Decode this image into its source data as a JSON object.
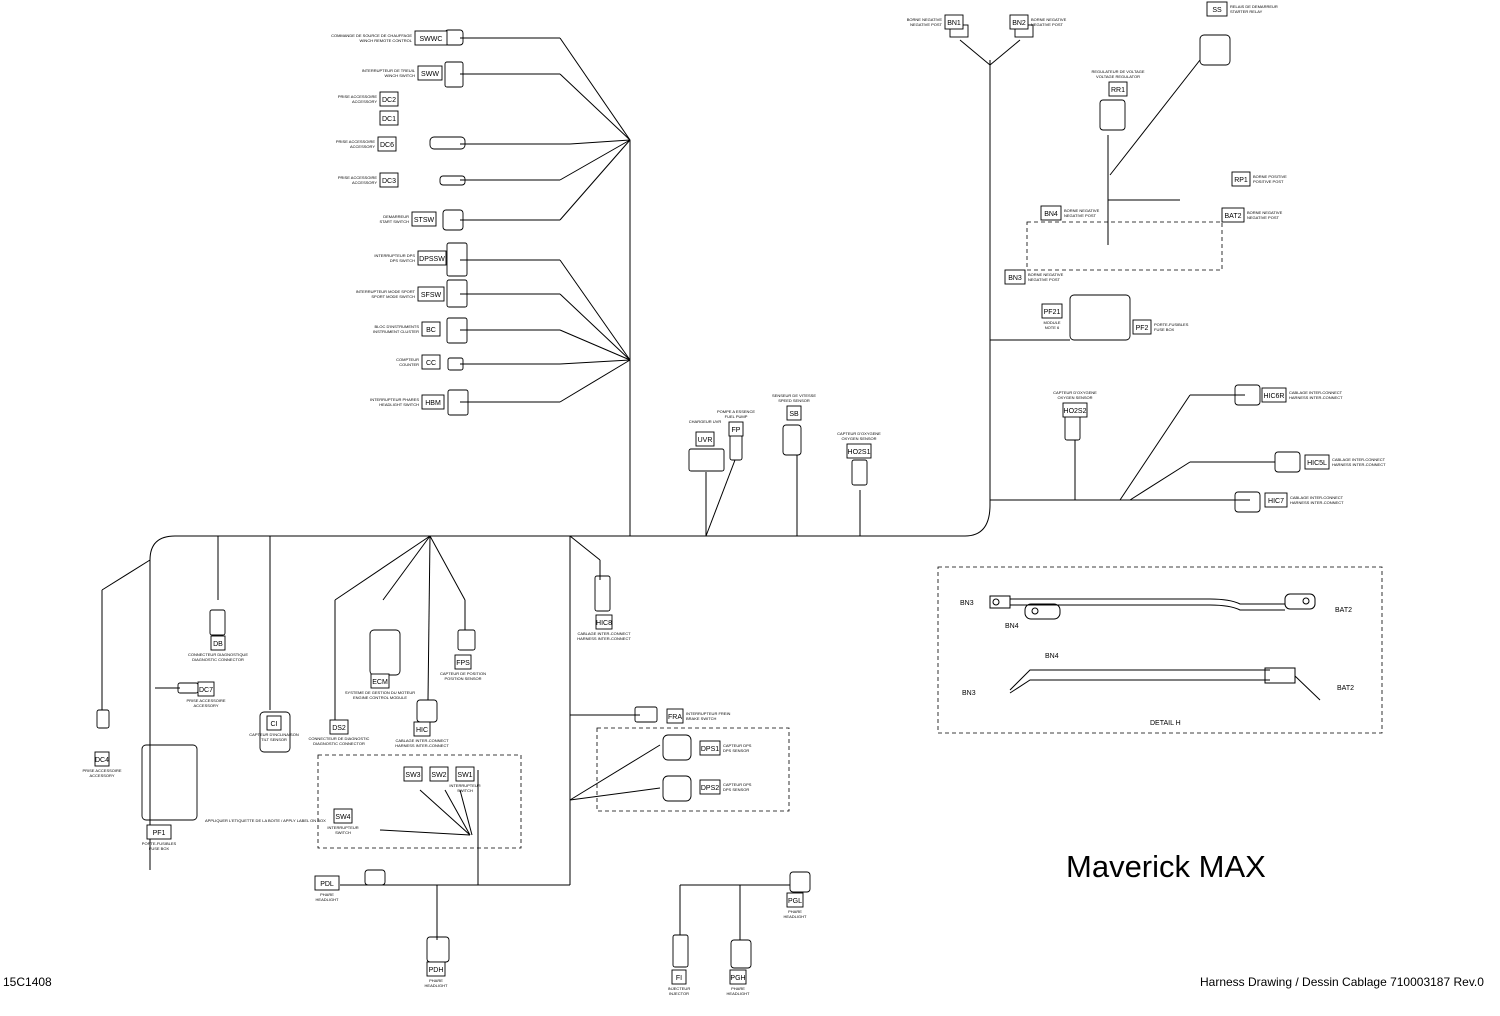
{
  "model_title": "Maverick MAX",
  "drawing_id": "15C1408",
  "drawing_ref": "Harness Drawing / Dessin Cablage 710003187 Rev.0",
  "detail": {
    "title": "DETAIL H",
    "labels": [
      "BN3",
      "BN4",
      "BAT2",
      "BN4",
      "BN3",
      "BAT2"
    ]
  },
  "connectors": [
    {
      "code": "SWWC",
      "label": "COMMANDE DE SOURCE DE CHAUFFAGE / WINCH REMOTE CONTROL"
    },
    {
      "code": "SWW",
      "label": "INTERRUPTEUR DE TREUIL / WINCH SWITCH"
    },
    {
      "code": "DC2",
      "label": "PRISE ACCESSOIRE / ACCESSORY"
    },
    {
      "code": "DC1",
      "label": ""
    },
    {
      "code": "DC6",
      "label": "PRISE ACCESSOIRE / ACCESSORY"
    },
    {
      "code": "DC3",
      "label": "PRISE ACCESSOIRE / ACCESSORY"
    },
    {
      "code": "STSW",
      "label": "DEMARREUR / START SWITCH"
    },
    {
      "code": "DPSSW",
      "label": "INTERRUPTEUR DPS / DPS SWITCH"
    },
    {
      "code": "SFSW",
      "label": "INTERRUPTEUR MODE SPORT / SPORT MODE SWITCH"
    },
    {
      "code": "BC",
      "label": "BLOC D'INSTRUMENTS / INSTRUMENT CLUSTER"
    },
    {
      "code": "CC",
      "label": "COMPTEUR / COUNTER"
    },
    {
      "code": "HBM",
      "label": "INTERRUPTEUR PHARES / HEADLIGHT SWITCH"
    },
    {
      "code": "BN1",
      "label": "BORNE NEGATIVE / NEGATIVE POST"
    },
    {
      "code": "BN2",
      "label": "BORNE NEGATIVE / NEGATIVE POST"
    },
    {
      "code": "SS",
      "label": "RELAIS DE DEMARREUR / STARTER RELAY"
    },
    {
      "code": "RR1",
      "label": "REGULATEUR DE VOLTAGE / VOLTAGE REGULATOR"
    },
    {
      "code": "RP1",
      "label": "BORNE POSITIVE / POSITIVE POST"
    },
    {
      "code": "BN4",
      "label": "BORNE NEGATIVE / NEGATIVE POST"
    },
    {
      "code": "BAT2",
      "label": "BORNE NEGATIVE / NEGATIVE POST"
    },
    {
      "code": "BN3",
      "label": "BORNE NEGATIVE / NEGATIVE POST"
    },
    {
      "code": "PF21",
      "label": "MODULE / NOTE 6"
    },
    {
      "code": "PF2",
      "label": "PORTE-FUSIBLES / FUSE BOX"
    },
    {
      "code": "HO2S2",
      "label": "CAPTEUR D'OXYGENE / OXYGEN SENSOR"
    },
    {
      "code": "HIC6R",
      "label": "CABLAGE INTER-CONNECT / HARNESS INTER-CONNECT"
    },
    {
      "code": "HIC5L",
      "label": "CABLAGE INTER-CONNECT / HARNESS INTER-CONNECT"
    },
    {
      "code": "HIC7",
      "label": "CABLAGE INTER-CONNECT / HARNESS INTER-CONNECT"
    },
    {
      "code": "UVR",
      "label": "CHARGEUR UVR"
    },
    {
      "code": "FP",
      "label": "POMPE A ESSENCE / FUEL PUMP"
    },
    {
      "code": "SB",
      "label": "SENSEUR DE VITESSE / SPEED SENSOR"
    },
    {
      "code": "HO2S1",
      "label": "CAPTEUR D'OXYGENE / OXYGEN SENSOR"
    },
    {
      "code": "DB",
      "label": "CONNECTEUR DIAGNOSTIQUE / DIAGNOSTIC CONNECTOR"
    },
    {
      "code": "DC7",
      "label": "PRISE ACCESSOIRE / ACCESSORY"
    },
    {
      "code": "DC4",
      "label": "PRISE ACCESSOIRE / ACCESSORY"
    },
    {
      "code": "CI",
      "label": "CAPTEUR D'INCLINAISON / TILT SENSOR"
    },
    {
      "code": "ECM",
      "label": "SYSTEME DE GESTION DU MOTEUR / ENGINE CONTROL MODULE"
    },
    {
      "code": "FPS",
      "label": "CAPTEUR DE POSITION / POSITION SENSOR"
    },
    {
      "code": "HIC8",
      "label": "CABLAGE INTER-CONNECT / HARNESS INTER-CONNECT"
    },
    {
      "code": "HIC",
      "label": "CABLAGE INTER-CONNECT / HARNESS INTER-CONNECT"
    },
    {
      "code": "DS2",
      "label": "CONNECTEUR DE DIAGNOSTIC / DIAGNOSTIC CONNECTOR"
    },
    {
      "code": "FRA",
      "label": "INTERRUPTEUR FREIN / BRAKE SWITCH"
    },
    {
      "code": "DPS1",
      "label": "CAPTEUR DPS / DPS SENSOR"
    },
    {
      "code": "DPS2",
      "label": "CAPTEUR DPS / DPS SENSOR"
    },
    {
      "code": "SW3",
      "label": ""
    },
    {
      "code": "SW2",
      "label": ""
    },
    {
      "code": "SW1",
      "label": "INTERRUPTEUR / SWITCH"
    },
    {
      "code": "SW4",
      "label": "INTERRUPTEUR / SWITCH"
    },
    {
      "code": "PF1",
      "label": "PORTE-FUSIBLES / FUSE BOX"
    },
    {
      "code": "PDL",
      "label": "PHARE / HEADLIGHT"
    },
    {
      "code": "PDH",
      "label": "PHARE / HEADLIGHT"
    },
    {
      "code": "FI",
      "label": "INJECTEUR / INJECTOR"
    },
    {
      "code": "PGH",
      "label": "PHARE / HEADLIGHT"
    },
    {
      "code": "PGL",
      "label": "PHARE / HEADLIGHT"
    }
  ],
  "note": "APPLIQUER L'ETIQUETTE DE LA BOITE / APPLY LABEL ON BOX"
}
